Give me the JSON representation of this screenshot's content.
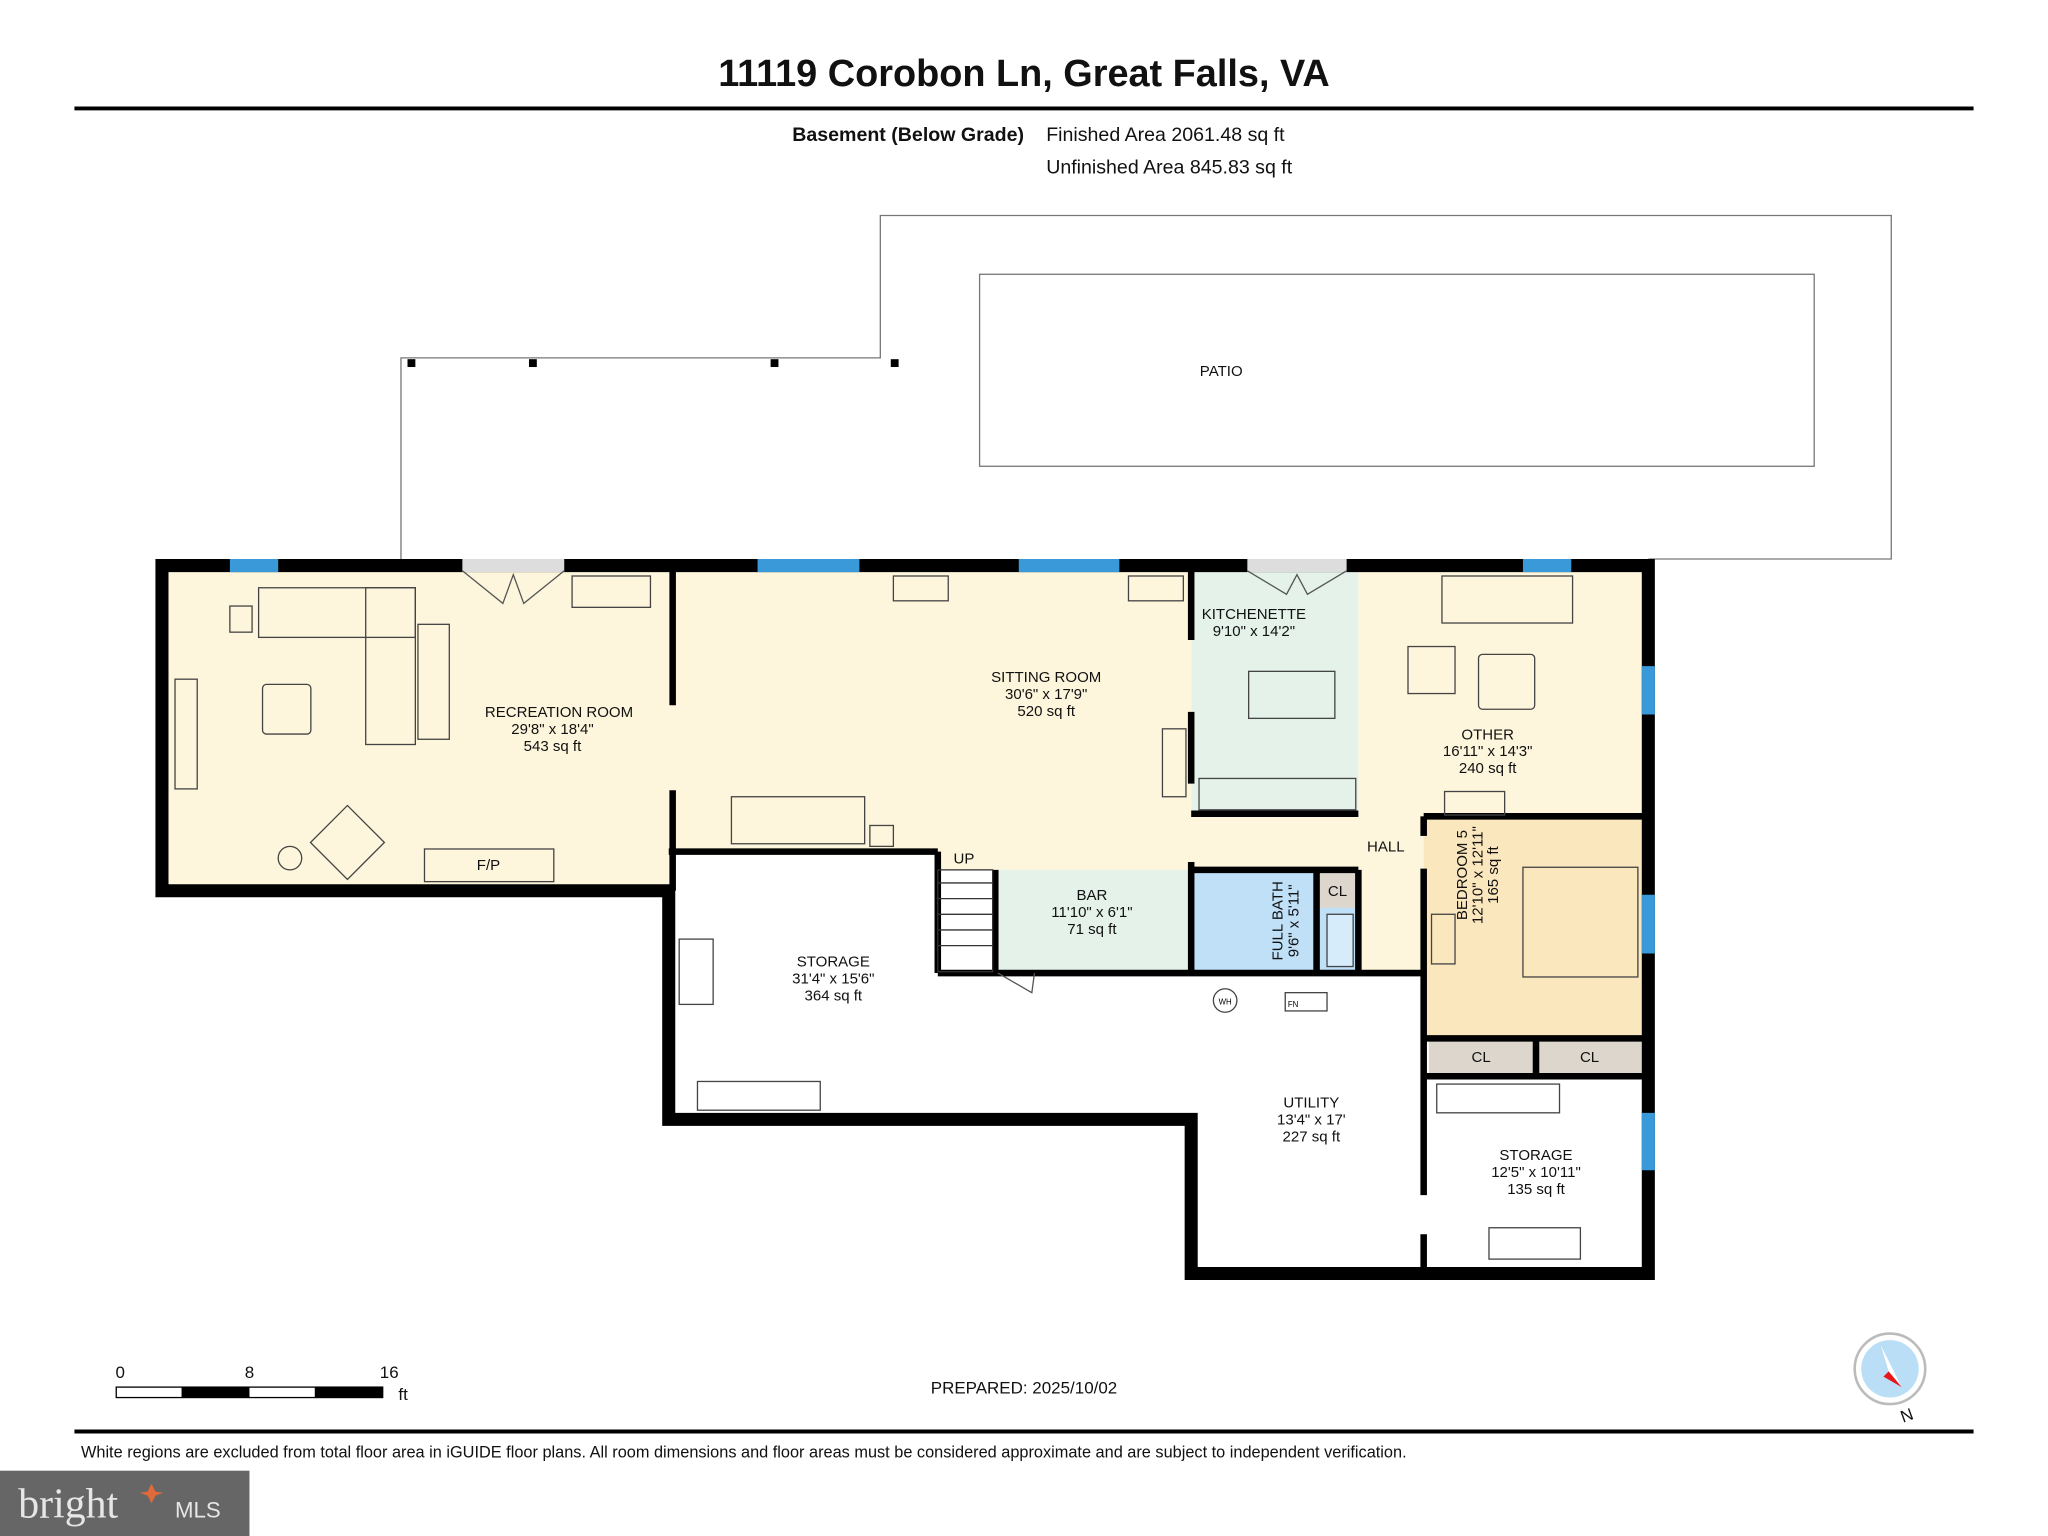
{
  "header": {
    "title": "11119 Corobon Ln, Great Falls, VA",
    "level": "Basement (Below Grade)",
    "finished_area": "Finished Area 2061.48 sq ft",
    "unfinished_area": "Unfinished Area 845.83 sq ft"
  },
  "rooms": {
    "patio": {
      "name": "PATIO"
    },
    "recreation": {
      "name": "RECREATION ROOM",
      "dims": "29'8\" x 18'4\"",
      "area": "543 sq ft",
      "fp": "F/P"
    },
    "sitting": {
      "name": "SITTING ROOM",
      "dims": "30'6\" x 17'9\"",
      "area": "520 sq ft"
    },
    "kitchenette": {
      "name": "KITCHENETTE",
      "dims": "9'10\" x 14'2\""
    },
    "other": {
      "name": "OTHER",
      "dims": "16'11\" x 14'3\"",
      "area": "240 sq ft"
    },
    "hall": {
      "name": "HALL"
    },
    "up": {
      "name": "UP"
    },
    "bar": {
      "name": "BAR",
      "dims": "11'10\" x 6'1\"",
      "area": "71 sq ft"
    },
    "full_bath": {
      "name": "FULL BATH",
      "dims": "9'6\" x 5'11\""
    },
    "bath_closet": {
      "name": "CL"
    },
    "bedroom5": {
      "name": "BEDROOM 5",
      "dims": "12'10\" x 12'11\"",
      "area": "165 sq ft"
    },
    "closet_left": {
      "name": "CL"
    },
    "closet_right": {
      "name": "CL"
    },
    "storage_left": {
      "name": "STORAGE",
      "dims": "31'4\" x 15'6\"",
      "area": "364 sq ft"
    },
    "utility": {
      "name": "UTILITY",
      "dims": "13'4\" x 17'",
      "area": "227 sq ft",
      "wh": "WH",
      "fn": "FN"
    },
    "storage_right": {
      "name": "STORAGE",
      "dims": "12'5\" x 10'11\"",
      "area": "135 sq ft"
    }
  },
  "colors": {
    "cream": "#fdf6dc",
    "mint": "#e4f2ea",
    "bath_blue": "#bfe0f7",
    "bedroom": "#fbe7bd",
    "closet": "#ddd6cc",
    "window": "#3a9ad9",
    "compass_red": "#e8151b"
  },
  "scale": {
    "ticks": [
      "0",
      "8",
      "16"
    ],
    "unit": "ft"
  },
  "prepared": "PREPARED: 2025/10/02",
  "compass": {
    "label": "N",
    "icon": "compass-icon"
  },
  "disclaimer": "White regions are excluded from total floor area in iGUIDE floor plans. All room dimensions and floor areas must be considered approximate and are subject to independent verification.",
  "logo": {
    "text": "bright",
    "suffix": "MLS"
  }
}
